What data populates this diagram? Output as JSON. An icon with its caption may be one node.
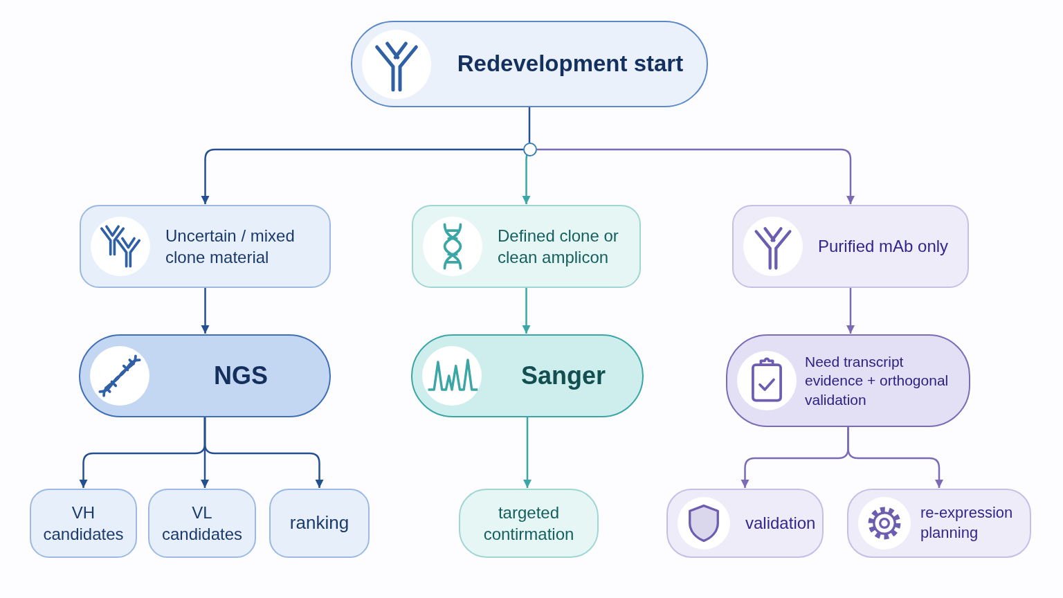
{
  "diagram": {
    "nodes": [
      {
        "text": [
          "Redevelopment start"
        ]
      },
      {
        "text": [],
        "shape": "circle"
      },
      {
        "text": [
          "Uncertain / mixed clone material"
        ]
      },
      {
        "text": [
          "Defined clone or clean amplicon"
        ]
      },
      {
        "text": [
          "Purified mAb only"
        ]
      },
      {
        "text": [
          "NGS"
        ]
      },
      {
        "text": [
          "Sanger"
        ]
      },
      {
        "text": [
          "Need transcript evidence + orthogonal validation"
        ]
      },
      {
        "text": [
          "VH candidates"
        ]
      },
      {
        "text": [
          "VL candidates"
        ]
      },
      {
        "text": [
          "ranking"
        ]
      },
      {
        "text": [
          "targeted contirmation"
        ]
      },
      {
        "text": [
          "validation"
        ]
      },
      {
        "text": [
          "re-expression planning"
        ]
      }
    ],
    "edges": [
      {
        "from": 0,
        "to": 1,
        "arrow": "none"
      },
      {
        "from": 1,
        "to": 2,
        "arrow": "to"
      },
      {
        "from": 1,
        "to": 3,
        "arrow": "to",
        "color": "#3aa6a6"
      },
      {
        "from": 1,
        "to": 4,
        "arrow": "to",
        "color": "#7b6bb5"
      },
      {
        "from": 2,
        "to": 5,
        "arrow": "to"
      },
      {
        "from": 3,
        "to": 6,
        "arrow": "to",
        "color": "#3aa6a6"
      },
      {
        "from": 4,
        "to": 7,
        "arrow": "to",
        "color": "#7b6bb5"
      },
      {
        "from": 5,
        "to": 8,
        "arrow": "to"
      },
      {
        "from": 5,
        "to": 9,
        "arrow": "to"
      },
      {
        "from": 5,
        "to": 10,
        "arrow": "to"
      },
      {
        "from": 6,
        "to": 11,
        "arrow": "to",
        "color": "#3aa6a6"
      },
      {
        "from": 7,
        "to": 12,
        "arrow": "to",
        "color": "#7b6bb5"
      },
      {
        "from": 7,
        "to": 13,
        "arrow": "to",
        "color": "#7b6bb5"
      }
    ]
  }
}
